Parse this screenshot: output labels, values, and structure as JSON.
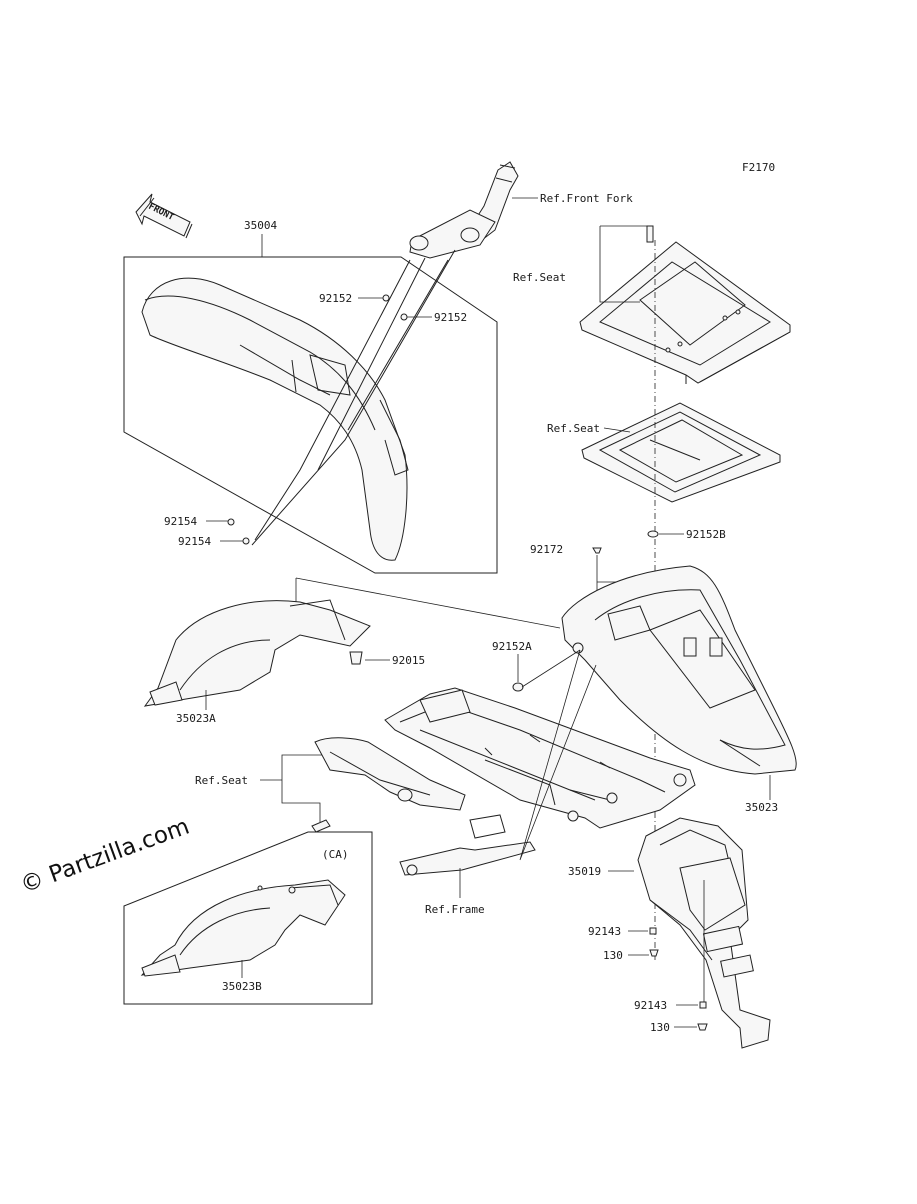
{
  "diagram": {
    "code": "F2170",
    "front_arrow": "FRONT",
    "watermark": "© Partzilla.com",
    "labels": {
      "p35004": "35004",
      "ref_front_fork": "Ref.Front Fork",
      "p92152_a": "92152",
      "p92152_b": "92152",
      "p92154_a": "92154",
      "p92154_b": "92154",
      "ref_seat_top": "Ref.Seat",
      "ref_seat_mid": "Ref.Seat",
      "p92152b": "92152B",
      "p92172": "92172",
      "p92015": "92015",
      "p92152a": "92152A",
      "p35023a": "35023A",
      "ref_seat_left": "Ref.Seat",
      "p35023": "35023",
      "p35019": "35019",
      "ref_frame": "Ref.Frame",
      "ca": "(CA)",
      "p35023b": "35023B",
      "p92143_a": "92143",
      "p130_a": "130",
      "p92143_b": "92143",
      "p130_b": "130"
    }
  }
}
